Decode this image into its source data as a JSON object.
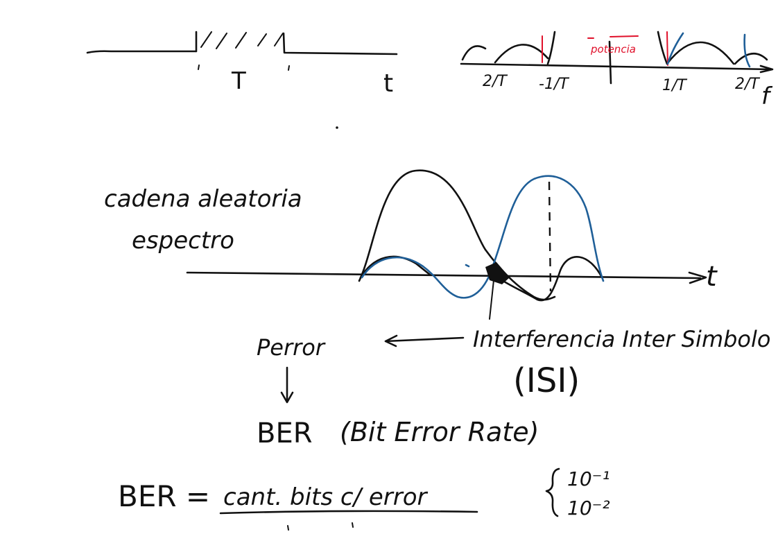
{
  "pulse_sketch": {
    "label_T": "T",
    "label_t": "t"
  },
  "spectrum_sketch": {
    "tick_labels": [
      "2/T",
      "-1/T",
      "1/T",
      "2/T"
    ],
    "axis_label": "f",
    "annotation": "potencia"
  },
  "random_sequence_note": {
    "line1": "cadena aleatoria",
    "line2": "espectro"
  },
  "pulses_sketch": {
    "axis_label": "t"
  },
  "isi_note": {
    "label": "Interferencia Inter Simbolo",
    "acronym": "(ISI)"
  },
  "error_note": {
    "perror": "Perror",
    "ber": "BER",
    "ber_expansion": "(Bit Error Rate)"
  },
  "formula": {
    "lhs": "BER =",
    "numerator": "cant. bits c/ error",
    "range_values": [
      "10⁻¹",
      "10⁻²"
    ]
  },
  "colors": {
    "ink": "#111111",
    "blue": "#1f5f98",
    "red": "#e0102a"
  }
}
